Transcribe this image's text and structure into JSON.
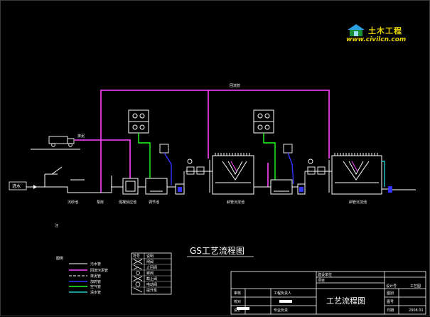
{
  "logo": {
    "title": "土木工程",
    "url": "www.civilcn.com"
  },
  "diagram": {
    "title": "GS工艺流程图",
    "nodes": {
      "influent": "进水",
      "truck": "",
      "grit_chamber": "沉砂池",
      "pump_station": "泵房",
      "reaction_tank": "混凝反应池",
      "mix_tank": "调节池",
      "tank_a": "",
      "clarifier_1": "斜管沉淀池",
      "filter_1": "",
      "tank_b": "",
      "clarifier_2": "斜管沉淀池",
      "outlet": ""
    },
    "pipe_label_top": "回流管",
    "pipe_label_truck": "排泥",
    "note_mark": "注"
  },
  "legend_lines": {
    "title": "图例",
    "items": [
      {
        "label": "污水管",
        "color": "#ffffff"
      },
      {
        "label": "回流污泥管",
        "color": "#ff44ff"
      },
      {
        "label": "排泥管",
        "color": "#ffffff"
      },
      {
        "label": "加药管",
        "color": "#3333ff"
      },
      {
        "label": "空气管",
        "color": "#22ff22"
      },
      {
        "label": "清水管",
        "color": "#22cccc"
      }
    ]
  },
  "legend_symbols": {
    "header_left": "符号",
    "header_right": "说明",
    "items": [
      "闸阀",
      "止回阀",
      "蝶阀",
      "截止阀",
      "电动阀",
      "提升泵"
    ]
  },
  "title_block": {
    "main_title": "工艺流程图",
    "top_label": "建设单位",
    "project_label": "项目",
    "design_no_label": "设计号",
    "sheet_label": "工艺图",
    "left_rows": [
      "审核",
      "校对",
      "设计"
    ],
    "mid_label": "工程负责人",
    "mid_value": "",
    "mid_row3": "专业负责",
    "right_rows": [
      "图别",
      "图号",
      "日期"
    ],
    "date_value": "2008.01"
  },
  "colors": {
    "sludge_return": "#ff44ff",
    "chemical": "#3333ff",
    "air": "#22ff22",
    "clean_water": "#22cccc",
    "frame": "#ffffff",
    "logo_text": "#e8d400"
  }
}
